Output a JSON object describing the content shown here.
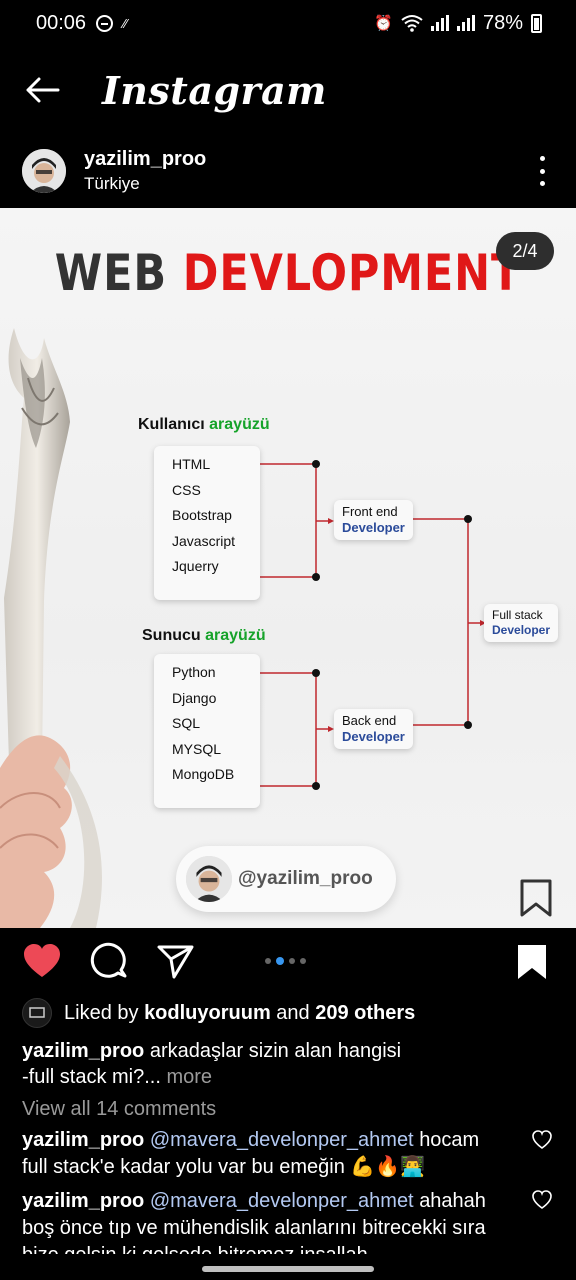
{
  "status_bar": {
    "time": "00:06",
    "battery": "78%"
  },
  "header": {
    "title": "Instagram"
  },
  "post": {
    "username": "yazilim_proo",
    "location": "Türkiye"
  },
  "image": {
    "headline_word1": "WEB",
    "headline_word2": "DEVLOPMENT",
    "page_indicator": "2/4",
    "frontend_title": "Kullanıcı",
    "frontend_title_accent": "arayüzü",
    "frontend_items": [
      "HTML",
      "CSS",
      "Bootstrap",
      "Javascript",
      "Jquerry"
    ],
    "backend_title": "Sunucu",
    "backend_title_accent": "arayüzü",
    "backend_items": [
      "Python",
      "Django",
      "SQL",
      "MYSQL",
      "MongoDB"
    ],
    "front_role": [
      "Front end",
      "Developer"
    ],
    "back_role": [
      "Back end",
      "Developer"
    ],
    "full_role": [
      "Full stack",
      "Developer"
    ],
    "handle": "@yazilim_proo"
  },
  "colors": {
    "accent_red": "#e01818",
    "accent_green": "#16a32a",
    "link_blue": "#2b4b9a",
    "like_red": "#ed4956",
    "carousel_active": "#3897f0"
  },
  "likes": {
    "prefix": "Liked by",
    "user": "kodluyoruum",
    "middle": "and",
    "others": "209 others"
  },
  "caption": {
    "user": "yazilim_proo",
    "text": "arkadaşlar sizin alan hangisi",
    "text2": "-full stack mi?...",
    "more": "more"
  },
  "view_comments": "View all 14 comments",
  "comments": [
    {
      "user": "yazilim_proo",
      "mention": "@mavera_develonper_ahmet",
      "text": "hocam",
      "text2": "full stack'e kadar yolu var bu emeğin 💪🔥👨‍💻"
    },
    {
      "user": "yazilim_proo",
      "mention": "@mavera_develonper_ahmet",
      "text": "ahahah",
      "text2": "boş önce tıp ve mühendislik alanlarını bitrecekki sıra",
      "text3": "bize gelsin ki gelsede bitremez inşallah"
    }
  ]
}
